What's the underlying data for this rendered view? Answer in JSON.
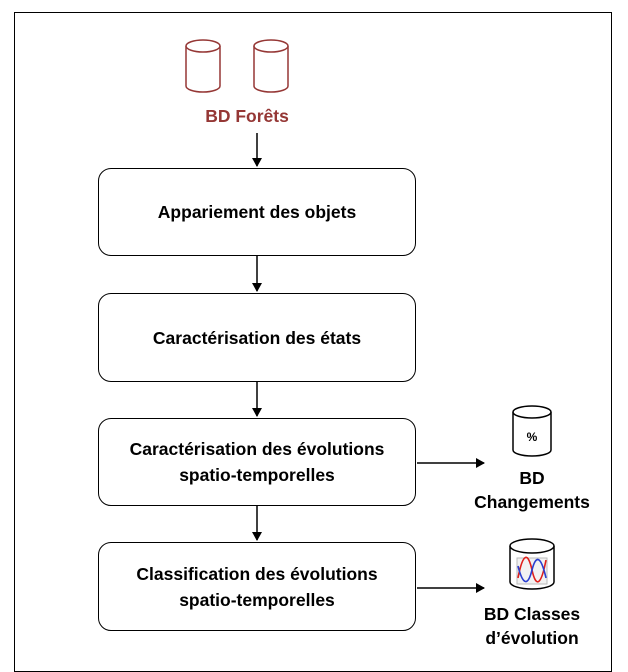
{
  "input": {
    "label": "BD Forêts"
  },
  "steps": [
    {
      "label": "Appariement des objets"
    },
    {
      "label": "Caractérisation des états"
    },
    {
      "label": "Caractérisation des évolutions\nspatio-temporelles"
    },
    {
      "label": "Classification des évolutions\nspatio-temporelles"
    }
  ],
  "outputs": [
    {
      "label": "BD\nChangements",
      "symbol": "%"
    },
    {
      "label": "BD Classes\nd’évolution"
    }
  ],
  "colors": {
    "input_accent": "#953735",
    "line_red": "#e0201b",
    "line_blue": "#2a3fd0",
    "stroke": "#000000"
  },
  "icons": [
    "database-cylinder-icon",
    "database-percent-icon",
    "database-chart-icon"
  ]
}
